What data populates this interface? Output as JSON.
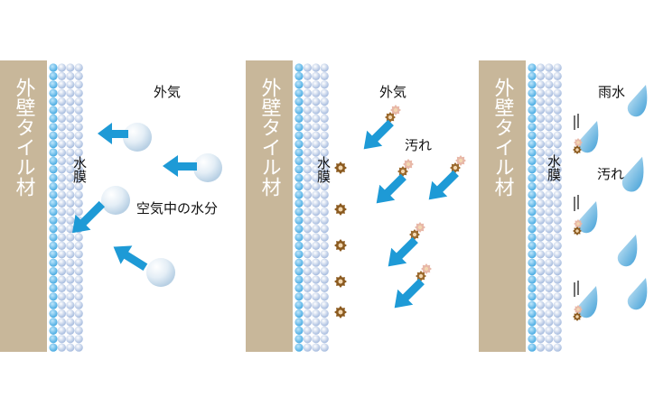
{
  "panels": [
    {
      "wall_label": "外壁タイル材",
      "film_label": "水膜",
      "labels": [
        {
          "id": "outside-air",
          "text": "外気"
        },
        {
          "id": "moisture",
          "text": "空気中の水分"
        }
      ]
    },
    {
      "wall_label": "外壁タイル材",
      "film_label": "水膜",
      "labels": [
        {
          "id": "outside-air",
          "text": "外気"
        },
        {
          "id": "dirt",
          "text": "汚れ"
        }
      ]
    },
    {
      "wall_label": "外壁タイル材",
      "film_label": "水膜",
      "labels": [
        {
          "id": "rain",
          "text": "雨水"
        },
        {
          "id": "dirt",
          "text": "汚れ"
        }
      ]
    }
  ],
  "colors": {
    "wall": "#c8b79a",
    "wall_text": "#ffffff",
    "film_dot_outer": "#5ab4e6",
    "film_dot_inner": "#b9c9e6",
    "arrow": "#1e9ad6",
    "droplet": "#d6e6f2",
    "dirt": "#8b5a1f",
    "dirt_light": "#e8b8a8",
    "rain": "#7fc2e8",
    "text": "#111111"
  }
}
